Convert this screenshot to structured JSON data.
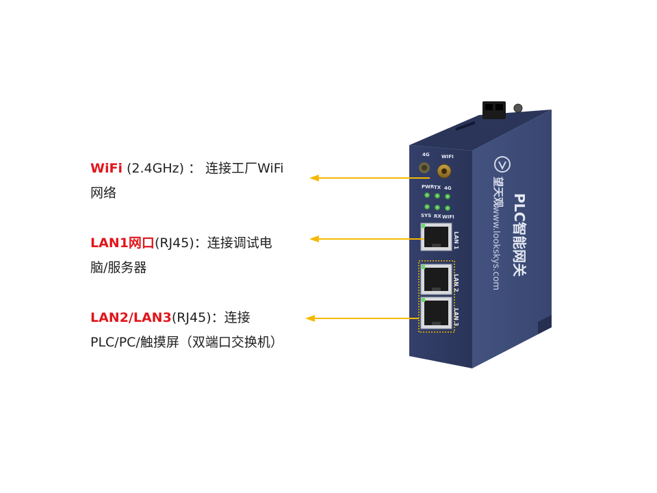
{
  "callouts": {
    "wifi": {
      "highlight": "WiFi",
      "line1_rest": " (2.4GHz) ： 连接工厂WiFi",
      "line2": "网络"
    },
    "lan1": {
      "highlight": "LAN1网口",
      "line1_rest": "(RJ45)：连接调试电",
      "line2": "脑/服务器"
    },
    "lan23": {
      "highlight": "LAN2/LAN3",
      "line1_rest": "(RJ45)：连接",
      "line2": "PLC/PC/触摸屏（双端口交换机）"
    }
  },
  "device": {
    "brand_cn": "望天观",
    "product_name": "PLC智能网关",
    "website": "www.lookskys.com",
    "top_labels": {
      "4g": "4G",
      "wifi": "WIFI"
    },
    "led_row1": [
      "PWR",
      "TX",
      "4G"
    ],
    "led_row2": [
      "SYS",
      "RX",
      "WIFI"
    ],
    "port_labels": [
      "LAN 1",
      "LAN 2",
      "LAN 3"
    ]
  },
  "colors": {
    "highlight_text": "#e0161c",
    "arrow": "#f5b800",
    "device_body": "#3c4a77",
    "device_top": "#2c365c",
    "led": "#3fbf3f"
  }
}
